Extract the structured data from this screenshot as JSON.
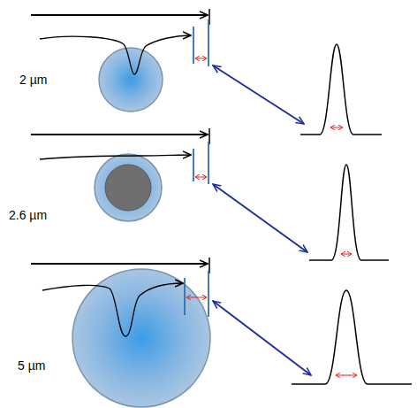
{
  "diagram": {
    "labels": [
      "2 µm",
      "2.6 µm",
      "5 µm"
    ]
  }
}
